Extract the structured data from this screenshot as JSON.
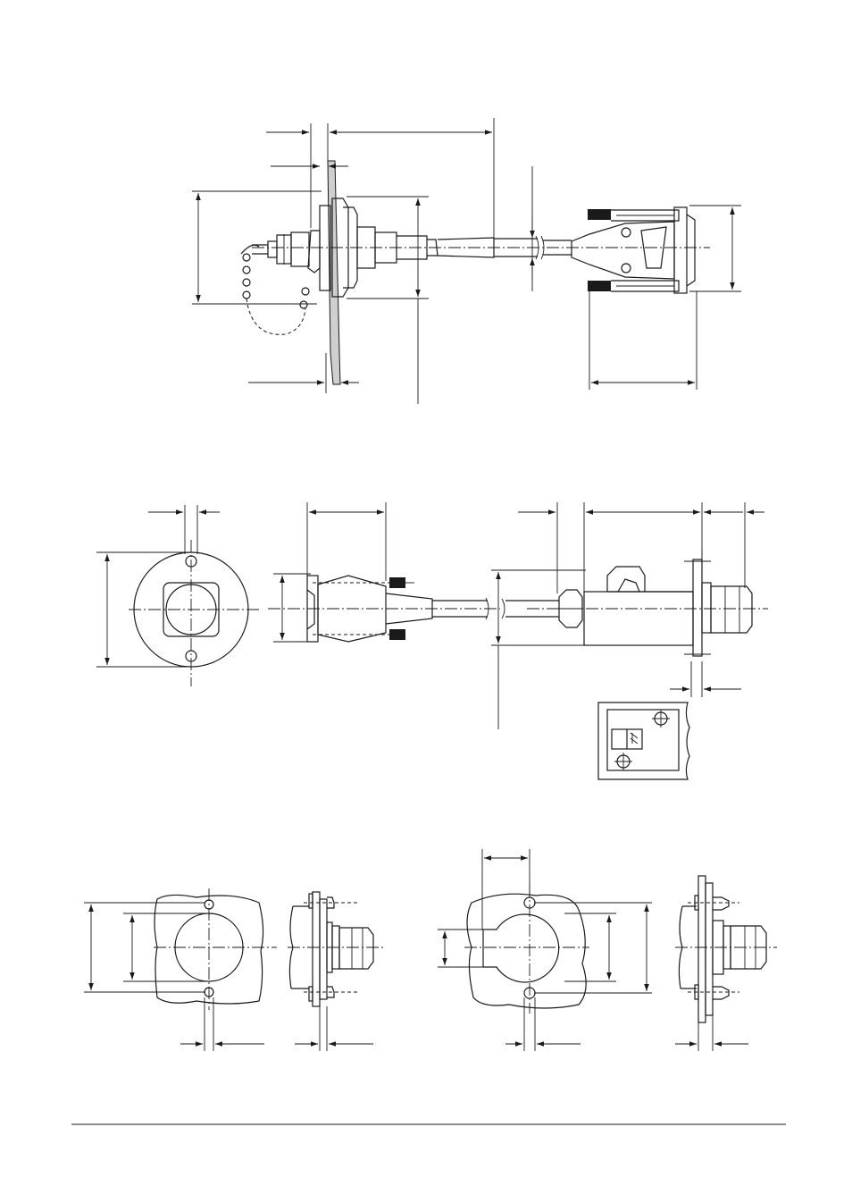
{
  "page": {
    "background": "#ffffff",
    "line_color": "#1a1a1a",
    "panel_fill": "#cfcfcf"
  },
  "figures": [
    {
      "id": "cable-assembly-through-panel"
    },
    {
      "id": "connector-mounting-views"
    },
    {
      "id": "panel-cutout-variants"
    }
  ]
}
